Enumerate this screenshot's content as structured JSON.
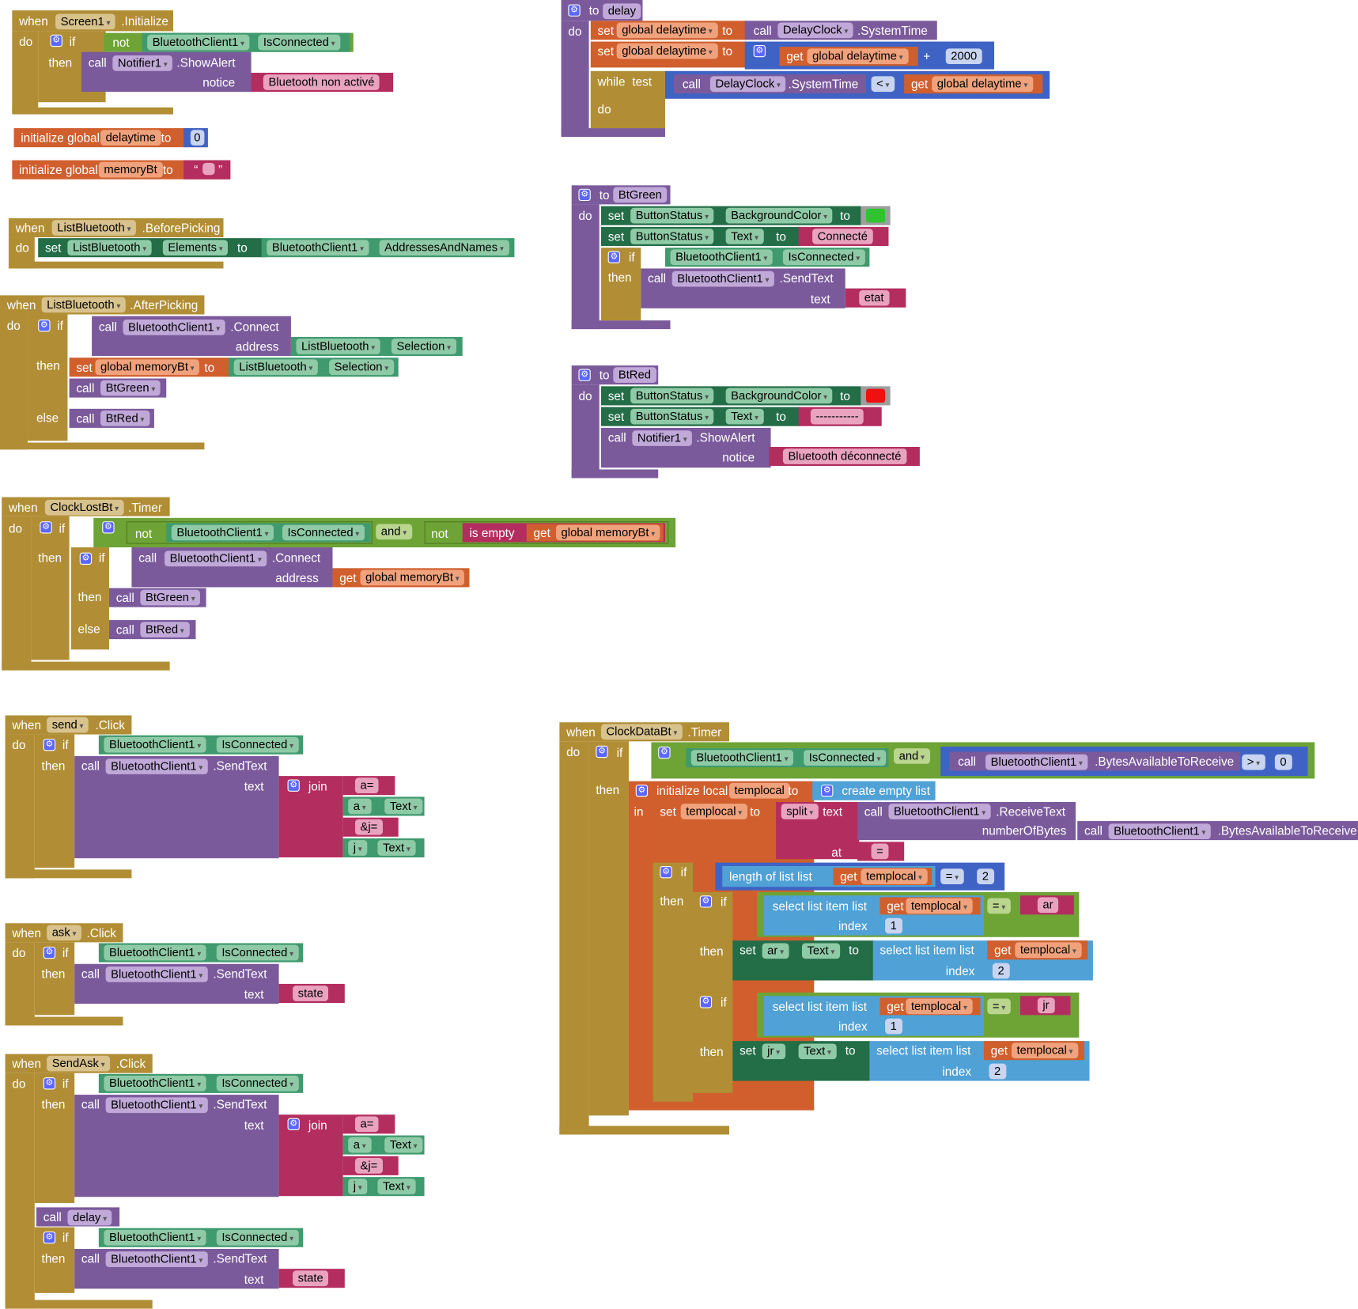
{
  "colors": {
    "control": "#b18e35",
    "procedure": "#7b5a9c",
    "component_set": "#236d47",
    "component_get": "#3f9a6e",
    "text": "#b32d5e",
    "variable": "#d05f2d",
    "math": "#3f63c4",
    "list": "#4fa1d6",
    "logic": "#6ea336",
    "mutator": "#5b67ff"
  },
  "icons": {
    "mutator": "gear-icon",
    "dropdown": "chevron-down-icon"
  },
  "kw": {
    "when": "when",
    "do": "do",
    "if": "if",
    "then": "then",
    "else": "else",
    "call": "call",
    "set": "set",
    "get": "get",
    "to": "to",
    "not": "not",
    "and": "and",
    "in": "in",
    "while": "while",
    "test": "test",
    "join": "join",
    "text": "text",
    "notice": "notice",
    "address": "address",
    "index": "index",
    "at": "at",
    "plus": "+",
    "eq": "=",
    "lt": "<",
    "gt": ">",
    "dot": "."
  },
  "screen_init": {
    "component": "Screen1",
    "event": ".Initialize",
    "client": "BluetoothClient1",
    "prop": "IsConnected",
    "notifier": "Notifier1",
    "method": ".ShowAlert",
    "notice": "Bluetooth non activé"
  },
  "globals": [
    {
      "label": "initialize global",
      "name": "delaytime",
      "value": "0"
    },
    {
      "label": "initialize global",
      "name": "memoryBt",
      "value": ""
    }
  ],
  "before_picking": {
    "component": "ListBluetooth",
    "event": ".BeforePicking",
    "prop": "Elements",
    "client": "BluetoothClient1",
    "src_prop": "AddressesAndNames"
  },
  "after_picking": {
    "component": "ListBluetooth",
    "event": ".AfterPicking",
    "client": "BluetoothClient1",
    "method": ".Connect",
    "sel": "Selection",
    "var": "global memoryBt",
    "proc_green": "BtGreen",
    "proc_red": "BtRed"
  },
  "clock_lost": {
    "component": "ClockLostBt",
    "event": ".Timer",
    "client": "BluetoothClient1",
    "prop": "IsConnected",
    "is_empty": "is empty",
    "var": "global memoryBt",
    "method": ".Connect",
    "proc_green": "BtGreen",
    "proc_red": "BtRed"
  },
  "send_click": {
    "component": "send",
    "event": ".Click",
    "client": "BluetoothClient1",
    "prop": "IsConnected",
    "method": ".SendText",
    "s1": "a=",
    "c1": "a",
    "p1": "Text",
    "s2": "&j=",
    "c2": "j",
    "p2": "Text"
  },
  "ask_click": {
    "component": "ask",
    "event": ".Click",
    "client": "BluetoothClient1",
    "prop": "IsConnected",
    "method": ".SendText",
    "msg": "state"
  },
  "sendask_click": {
    "component": "SendAsk",
    "event": ".Click",
    "client": "BluetoothClient1",
    "prop": "IsConnected",
    "method": ".SendText",
    "s1": "a=",
    "c1": "a",
    "p1": "Text",
    "s2": "&j=",
    "c2": "j",
    "p2": "Text",
    "proc": "delay",
    "msg": "state"
  },
  "proc_delay": {
    "to": "to",
    "name": "delay",
    "var": "global delaytime",
    "clock": "DelayClock",
    "method": ".SystemTime",
    "amount": "2000"
  },
  "proc_btgreen": {
    "name": "BtGreen",
    "comp": "ButtonStatus",
    "prop_bg": "BackgroundColor",
    "prop_text": "Text",
    "text_val": "Connecté",
    "client": "BluetoothClient1",
    "prop": "IsConnected",
    "method": ".SendText",
    "msg": "etat",
    "swatch": "#2fc42f"
  },
  "proc_btred": {
    "name": "BtRed",
    "comp": "ButtonStatus",
    "prop_bg": "BackgroundColor",
    "prop_text": "Text",
    "text_val": "-----------",
    "notifier": "Notifier1",
    "method": ".ShowAlert",
    "notice": "Bluetooth déconnecté",
    "swatch": "#ee1111"
  },
  "clock_data": {
    "component": "ClockDataBt",
    "event": ".Timer",
    "client": "BluetoothClient1",
    "prop": "IsConnected",
    "bytes": ".BytesAvailableToReceive",
    "zero": "0",
    "init_local": "initialize local",
    "local": "templocal",
    "empty_list": "create empty list",
    "split": "split",
    "receive": ".ReceiveText",
    "num_bytes": "numberOfBytes",
    "sep": "=",
    "length": "length of list list",
    "two": "2",
    "select": "select list item list",
    "one": "1",
    "ar": "ar",
    "jr": "jr",
    "p": "Text"
  }
}
